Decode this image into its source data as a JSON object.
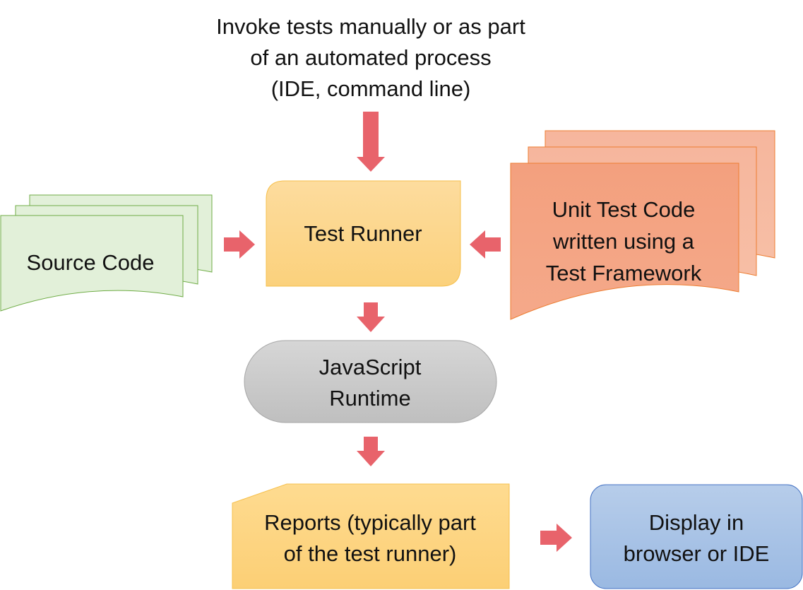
{
  "intro_text": {
    "line1": "Invoke tests manually or as part",
    "line2": "of an automated process",
    "line3": "(IDE, command line)"
  },
  "nodes": {
    "test_runner": {
      "label": "Test Runner"
    },
    "source_code": {
      "label": "Source Code"
    },
    "unit_test_code": {
      "line1": "Unit Test Code",
      "line2": "written using a",
      "line3": "Test Framework"
    },
    "javascript_runtime": {
      "line1": "JavaScript",
      "line2": "Runtime"
    },
    "reports": {
      "line1": "Reports (typically part",
      "line2": "of the test runner)"
    },
    "display": {
      "line1": "Display in",
      "line2": "browser or IDE"
    }
  },
  "colors": {
    "arrow": "#e8636b",
    "test_runner_fill": "#fcd58e",
    "source_code_fill": "#e2f0d9",
    "source_code_stroke": "#70ad47",
    "unit_test_fill": "#f4a383",
    "unit_test_stroke": "#ed7d31",
    "runtime_fill": "#c9c9c9",
    "reports_fill": "#fdd483",
    "display_fill": "#a9c4e6",
    "display_stroke": "#4472c4"
  }
}
